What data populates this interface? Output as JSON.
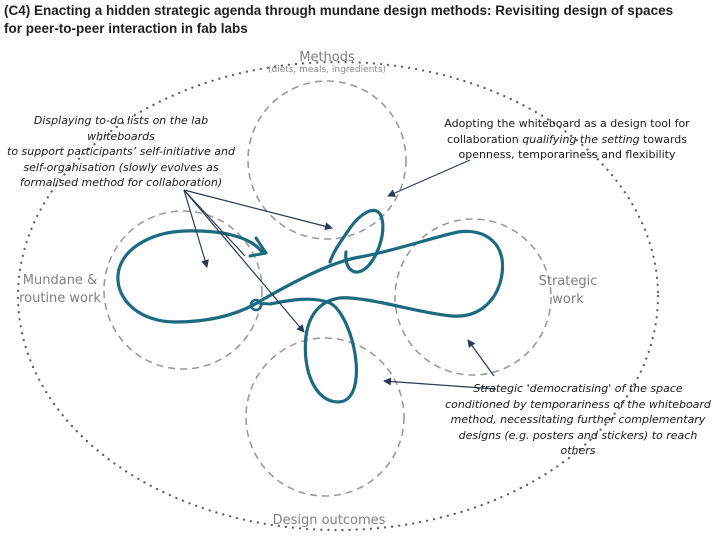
{
  "title_line1": "(C4) Enacting a hidden strategic agenda through mundane design methods:  Revisiting design of spaces",
  "title_line2": "for peer-to-peer interaction in fab labs",
  "circles": {
    "methods": {
      "label": "Methods",
      "sublabel": "(diets, meals, ingredients)"
    },
    "mundane": {
      "label_line1": "Mundane &",
      "label_line2": "routine work"
    },
    "strategic": {
      "label_line1": "Strategic",
      "label_line2": "work"
    },
    "outcomes": {
      "label": "Design outcomes"
    }
  },
  "annotations": {
    "whiteboard_lists": {
      "line1": "Displaying to-do lists on the lab whiteboards",
      "line2": "to support participants’ self-initiative and",
      "line3": "self-organisation (slowly evolves as",
      "line4": "formalised method for collaboration)"
    },
    "whiteboard_tool": {
      "line1": "Adopting the whiteboard as a design tool for",
      "line2a": "collaboration ",
      "line2b": "qualifying the setting",
      "line2c": " towards",
      "line3": "openness, temporariness and flexibility"
    },
    "democratising": {
      "line1": "Strategic 'democratising' of the space",
      "line2": "conditioned by temporariness of the whiteboard",
      "line3": "method, necessitating further complementary",
      "line4": "designs (e.g. posters and stickers) to reach",
      "line5": "others"
    }
  },
  "colors": {
    "path": "#1c6a80",
    "arrow": "#2b3a55",
    "dashed": "#9a9a9a",
    "outer": "#5a5a5a"
  }
}
